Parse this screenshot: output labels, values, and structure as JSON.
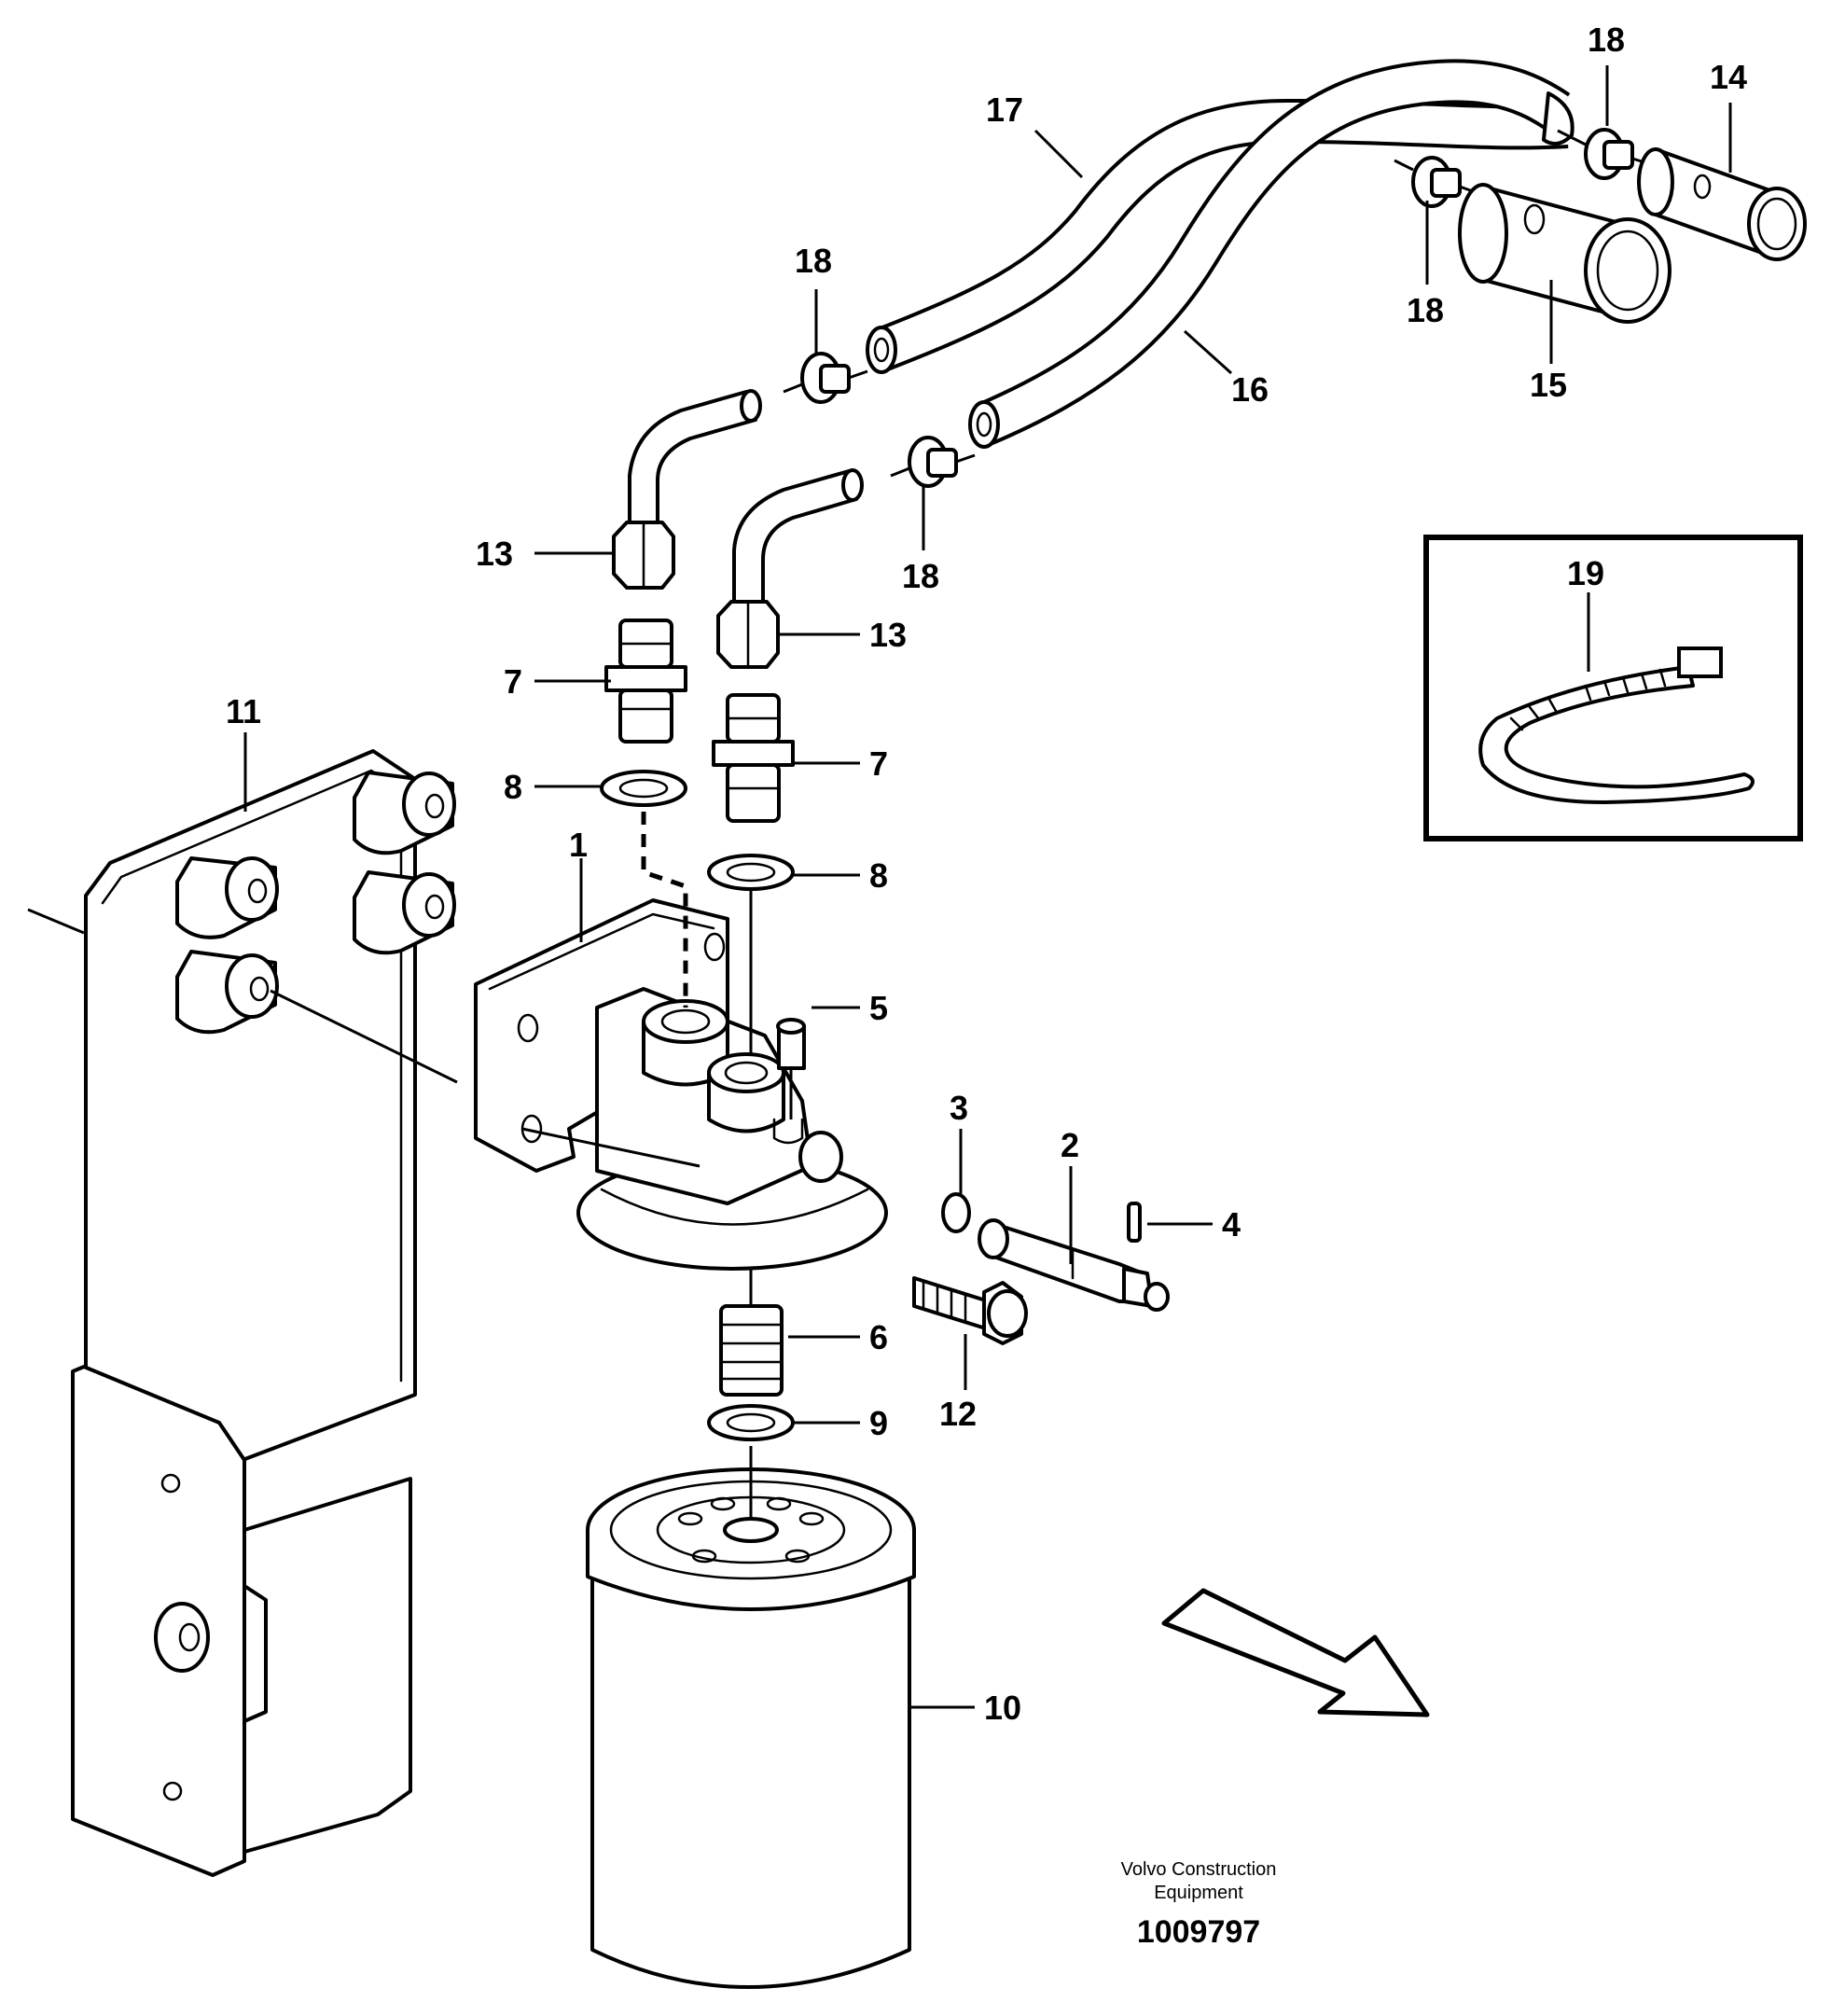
{
  "callouts": {
    "p1": "1",
    "p2": "2",
    "p3": "3",
    "p4": "4",
    "p5": "5",
    "p6": "6",
    "p7a": "7",
    "p7b": "7",
    "p8a": "8",
    "p8b": "8",
    "p9": "9",
    "p10": "10",
    "p11": "11",
    "p12": "12",
    "p13a": "13",
    "p13b": "13",
    "p14": "14",
    "p15": "15",
    "p16": "16",
    "p17": "17",
    "p18a": "18",
    "p18b": "18",
    "p18c": "18",
    "p18d": "18",
    "p19": "19"
  },
  "footer": {
    "manufacturer_line1": "Volvo Construction",
    "manufacturer_line2": "Equipment",
    "drawing_number": "1009797"
  }
}
